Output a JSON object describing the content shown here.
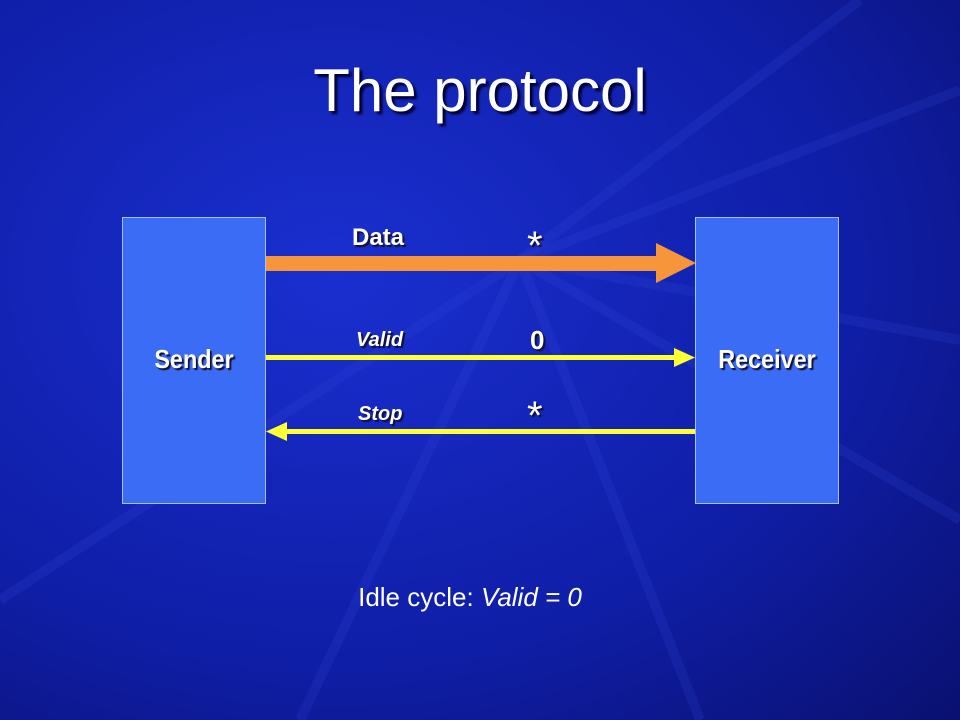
{
  "title": "The protocol",
  "sender": {
    "label": "Sender"
  },
  "receiver": {
    "label": "Receiver"
  },
  "signals": [
    {
      "name": "Data",
      "value": "*",
      "color": "#f7953a"
    },
    {
      "name": "Valid",
      "value": "0",
      "color": "#ffff33"
    },
    {
      "name": "Stop",
      "value": "*",
      "color": "#ffff33"
    }
  ],
  "caption": {
    "prefix": "Idle cycle:",
    "expression": "Valid = 0"
  },
  "colors": {
    "background": "#0f1ea6",
    "box": "#3b6cf5"
  }
}
